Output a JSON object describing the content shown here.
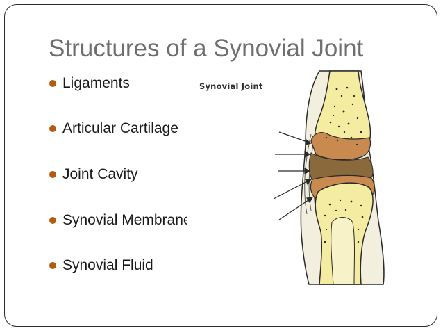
{
  "slide": {
    "title": "Structures of a Synovial Joint",
    "bullets": [
      "Ligaments",
      "Articular Cartilage",
      "Joint Cavity",
      "Synovial Membrane",
      "Synovial Fluid"
    ],
    "bullet_color": "#b45b12",
    "title_color": "#6e6e6e"
  },
  "illustration": {
    "label": "Synovial Joint",
    "bone_color": "#f4eca0",
    "cartilage_color": "#c98a50",
    "cavity_color": "#8a6a3c",
    "outline_color": "#2a2a2a"
  }
}
